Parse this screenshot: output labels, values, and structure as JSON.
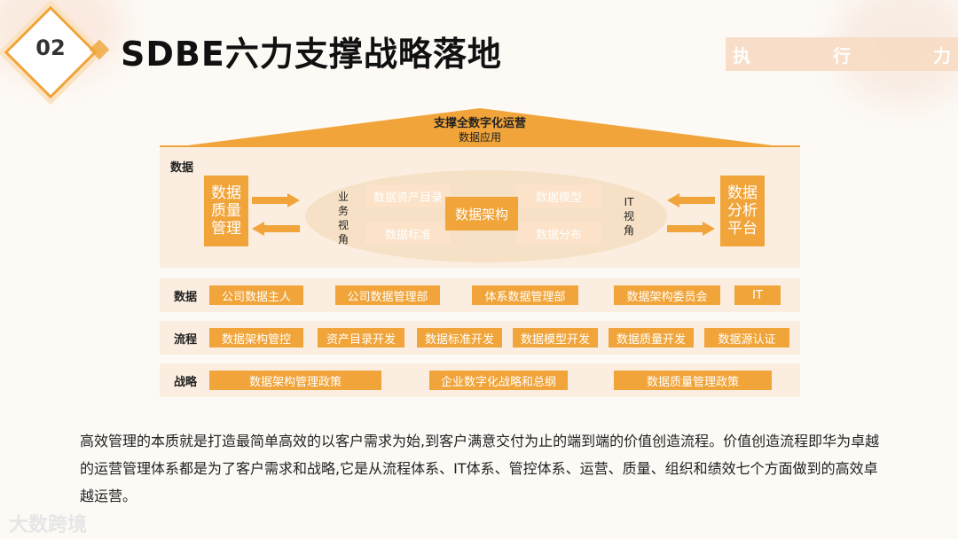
{
  "header": {
    "section_number": "02",
    "title": "SDBE六力支撑战略落地",
    "band_chars": [
      "执",
      "行",
      "力"
    ]
  },
  "diagram": {
    "roof_title": "支撑全数字化运营",
    "roof_subtitle": "数据应用",
    "top_label": "数据",
    "left_box": "数据\n质量\n管理",
    "right_box": "数据\n分析\n平台",
    "left_view": "业\n务\n视\n角",
    "right_view": "IT\n视\n角",
    "center": "数据架构",
    "inner": [
      "数据资产目录",
      "数据标准",
      "数据模型",
      "数据分布"
    ],
    "rows": [
      {
        "label": "数据",
        "items": [
          "公司数据主人",
          "公司数据管理部",
          "体系数据管理部",
          "数据架构委员会",
          "IT"
        ]
      },
      {
        "label": "流程",
        "items": [
          "数据架构管控",
          "资产目录开发",
          "数据标准开发",
          "数据模型开发",
          "数据质量开发",
          "数据源认证"
        ]
      },
      {
        "label": "战略",
        "items": [
          "数据架构管理政策",
          "企业数字化战略和总纲",
          "数据质量管理政策"
        ]
      }
    ]
  },
  "paragraph": "高效管理的本质就是打造最简单高效的以客户需求为始,到客户满意交付为止的端到端的价值创造流程。价值创造流程即华为卓越的运营管理体系都是为了客户需求和战略,它是从流程体系、IT体系、管控体系、运营、质量、组织和绩效七个方面做到的高效卓越运营。",
  "watermark": "大数跨境",
  "colors": {
    "accent": "#f0a43a",
    "panel": "#fbeee0",
    "light_box": "#fbe2c8"
  }
}
